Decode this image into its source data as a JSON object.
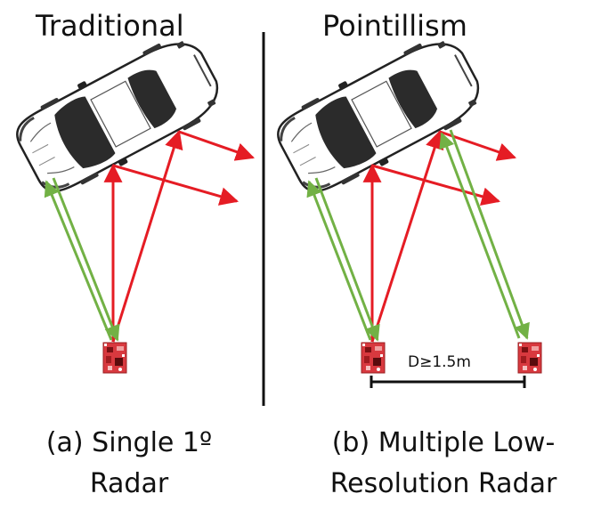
{
  "panels": {
    "left": {
      "title": "Traditional",
      "caption_line1": "(a) Single 1º",
      "caption_line2": "Radar"
    },
    "right": {
      "title": "Pointillism",
      "caption_line1": "(b) Multiple Low-",
      "caption_line2": "Resolution Radar",
      "distance_label": "D≥1.5m"
    }
  },
  "colors": {
    "incident_ray": "#e51c24",
    "reflected_ray": "#72b145",
    "radar_board": "#d8393f",
    "divider": "#111111"
  }
}
